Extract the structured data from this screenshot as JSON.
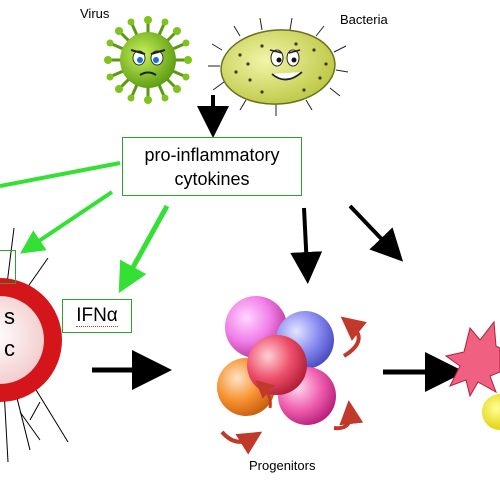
{
  "labels": {
    "virus": "Virus",
    "bacteria": "Bacteria",
    "cytokines_line1": "pro-inflammatory",
    "cytokines_line2": "cytokines",
    "ifn": "IFNα",
    "progenitors": "Progenitors",
    "cell_letter_1": "s",
    "cell_letter_2": "c"
  },
  "colors": {
    "green_arrow": "#33e033",
    "box_border": "#2ea02e",
    "cell_ring": "#d4161a",
    "virus": "#7fc31c",
    "bacteria": "#d8e07a",
    "red_arrow": "#c0392b"
  },
  "icons": [
    "virus-icon",
    "bacteria-icon",
    "progenitor-cluster-icon",
    "burst-icon"
  ]
}
